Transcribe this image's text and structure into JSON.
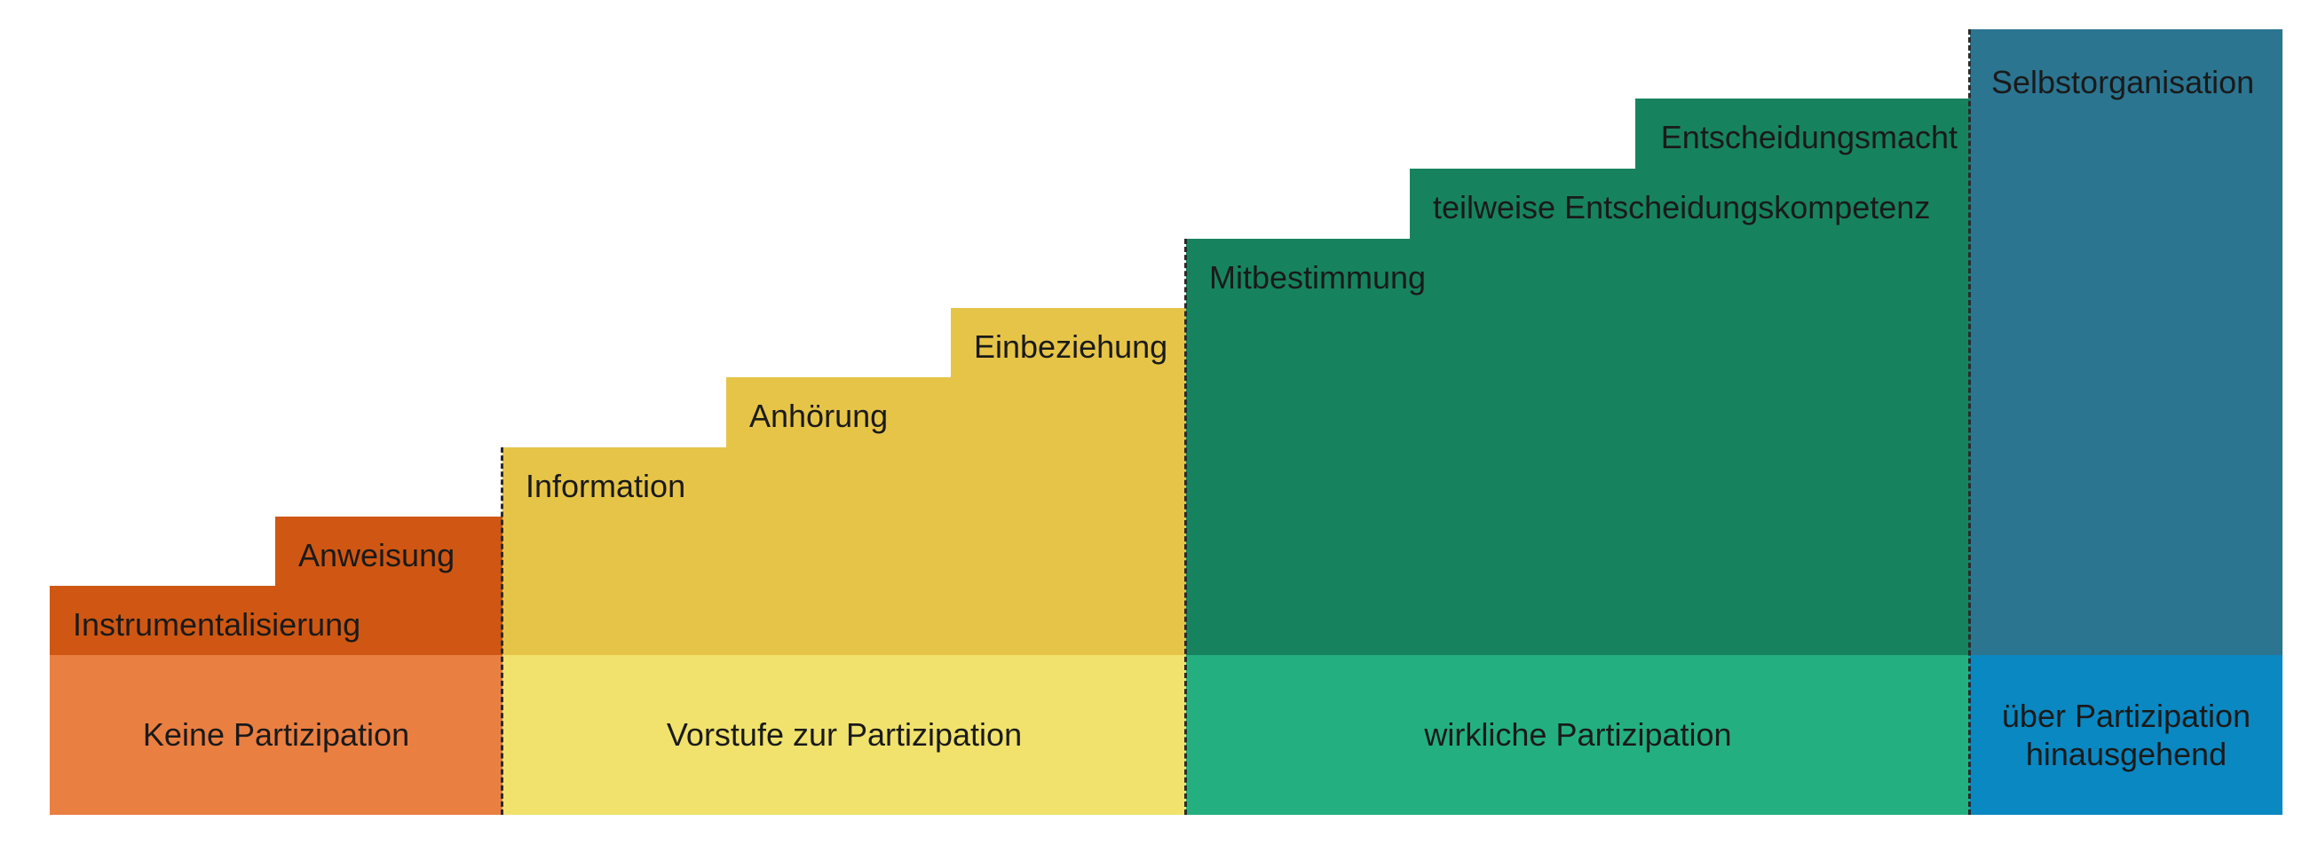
{
  "steps": [
    {
      "label": "Instrumentalisierung",
      "color": "#cf5713"
    },
    {
      "label": "Anweisung",
      "color": "#cf5713"
    },
    {
      "label": "Information",
      "color": "#e6c448"
    },
    {
      "label": "Anhörung",
      "color": "#e6c448"
    },
    {
      "label": "Einbeziehung",
      "color": "#e6c448"
    },
    {
      "label": "Mitbestimmung",
      "color": "#17835e"
    },
    {
      "label": "teilweise Entscheidungskompetenz",
      "color": "#17835e"
    },
    {
      "label": "Entscheidungsmacht",
      "color": "#17835e"
    },
    {
      "label": "Selbstorganisation",
      "color": "#2b7591"
    }
  ],
  "groups": [
    {
      "label": "Keine Partizipation",
      "color": "#ea7f42"
    },
    {
      "label": "Vorstufe zur Partizipation",
      "color": "#f0e26c"
    },
    {
      "label": "wirkliche Partizipation",
      "color": "#24af80"
    },
    {
      "label": "über Partizipation\nhinausgehend",
      "color": "#0a88c2"
    }
  ]
}
